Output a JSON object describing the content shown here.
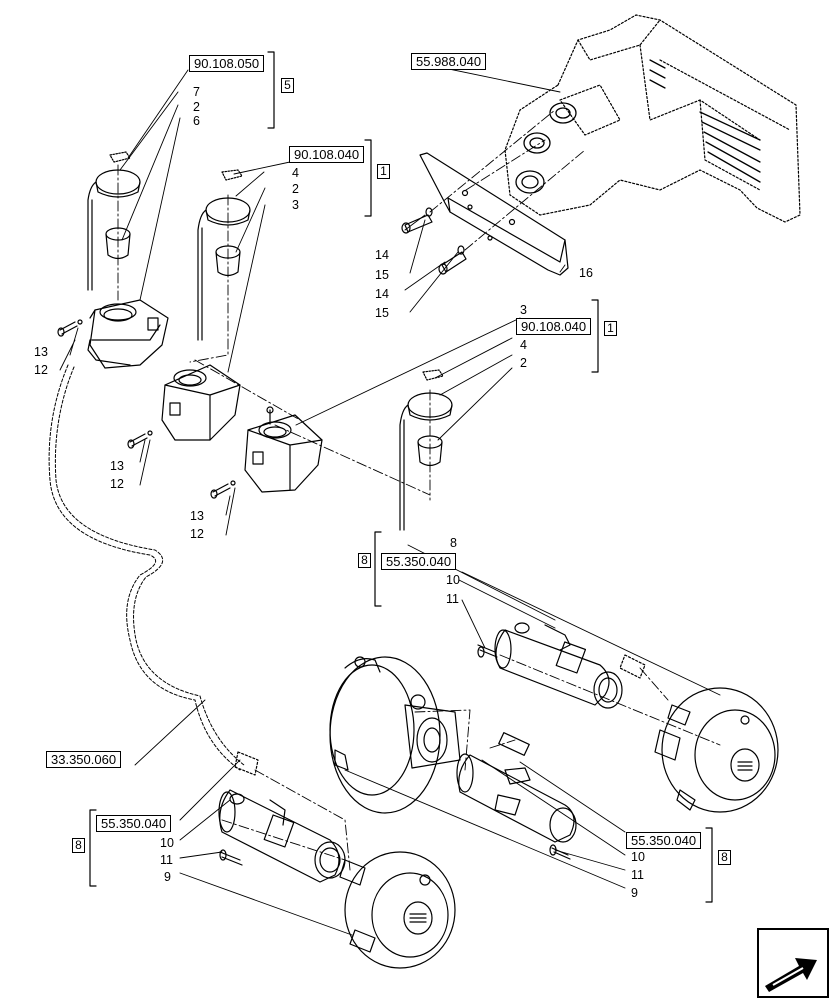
{
  "references": {
    "r1": "90.108.050",
    "r2": "90.108.040",
    "r3": "55.988.040",
    "r4": "90.108.040",
    "r5": "55.350.040",
    "r6": "33.350.060",
    "r7": "55.350.040",
    "r8": "55.350.040"
  },
  "group_boxes": {
    "g1": "5",
    "g2": "1",
    "g3": "1",
    "g4": "8",
    "g5": "8",
    "g6": "8"
  },
  "callouts": {
    "c_7": "7",
    "c_2a": "2",
    "c_6": "6",
    "c_4a": "4",
    "c_2b": "2",
    "c_3a": "3",
    "c_13a": "13",
    "c_12a": "12",
    "c_13b": "13",
    "c_12b": "12",
    "c_13c": "13",
    "c_12c": "12",
    "c_14a": "14",
    "c_15a": "15",
    "c_14b": "14",
    "c_15b": "15",
    "c_16": "16",
    "c_3b": "3",
    "c_4b": "4",
    "c_2c": "2",
    "c_8a": "8",
    "c_10a": "10",
    "c_11a": "11",
    "c_10b": "10",
    "c_11b": "11",
    "c_9a": "9",
    "c_10c": "10",
    "c_11c": "11",
    "c_9b": "9"
  },
  "icons": {
    "nav": "next-page-arrow-icon"
  }
}
